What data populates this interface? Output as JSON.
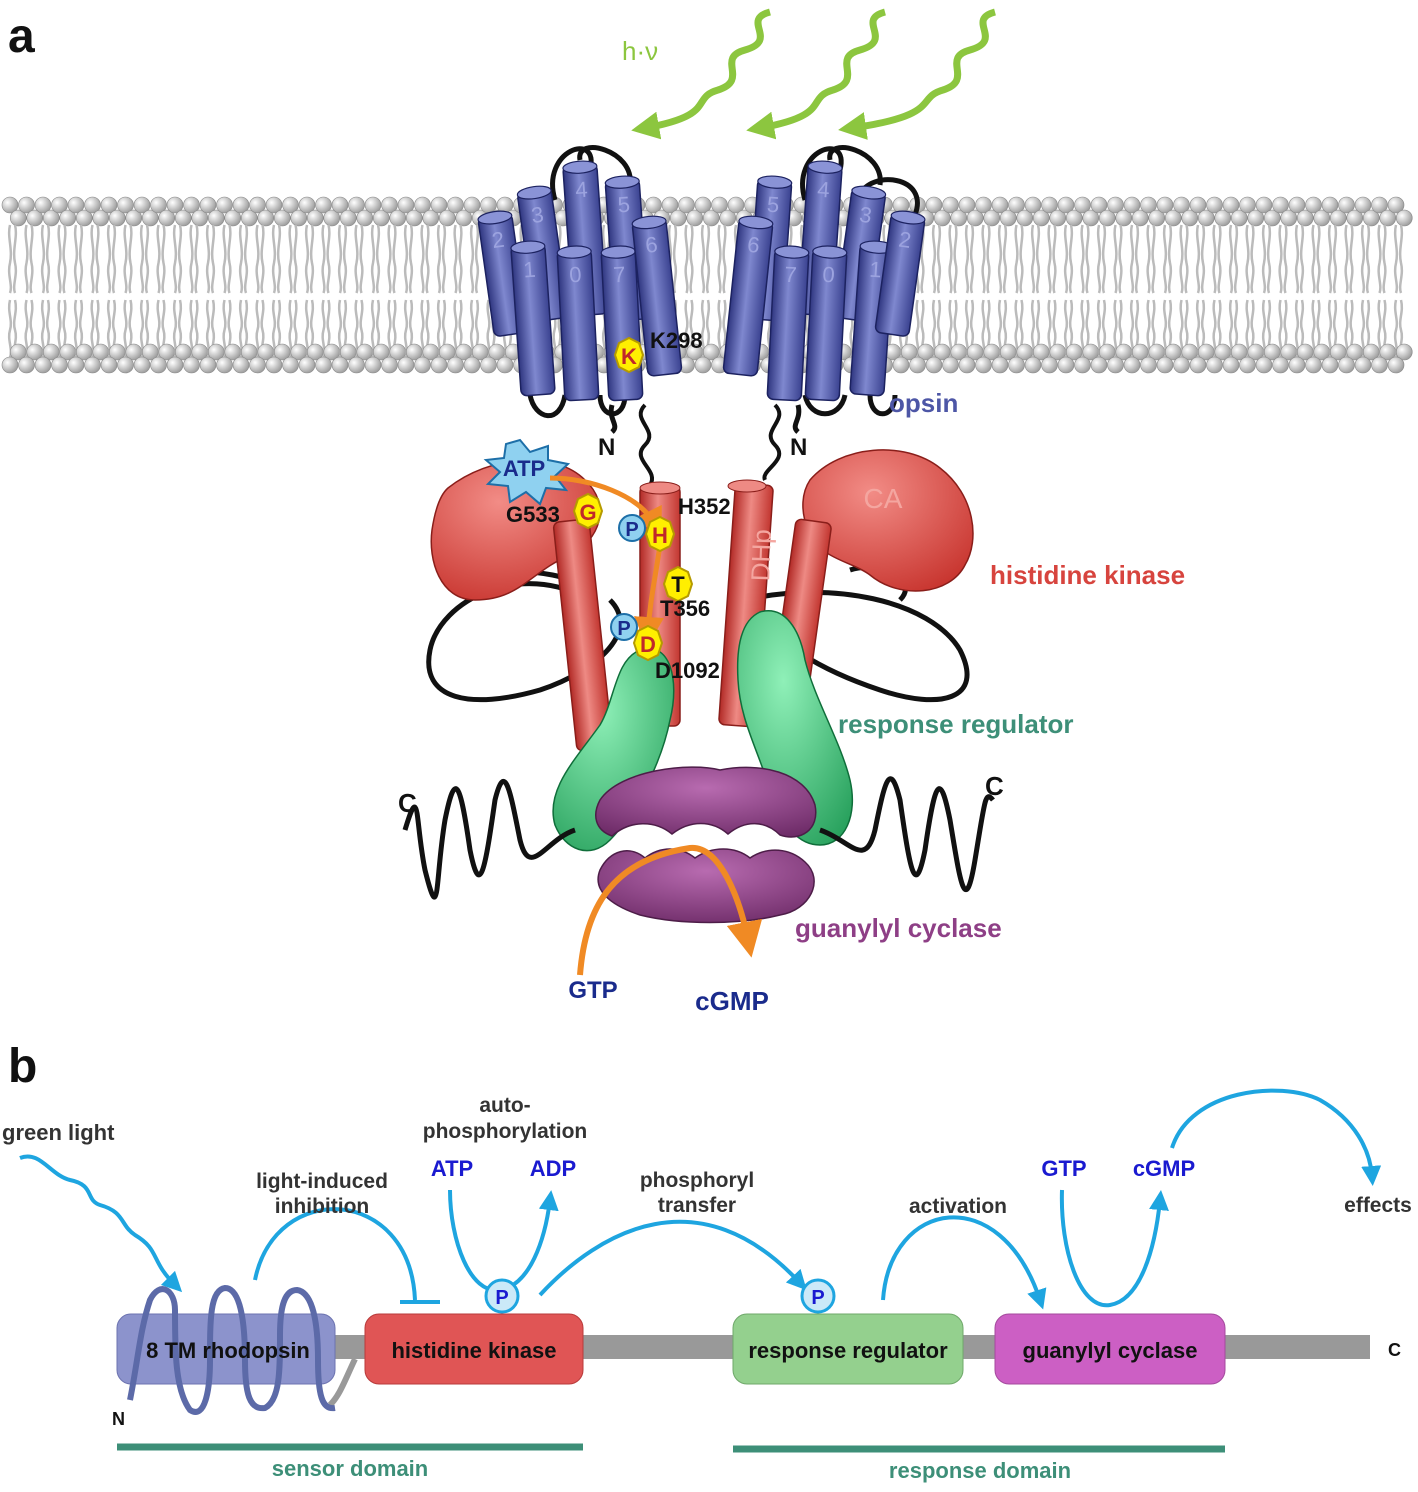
{
  "panel_a": {
    "label": "a",
    "light": "h·ν",
    "helices_left": [
      "2",
      "3",
      "4",
      "5",
      "1",
      "0",
      "7",
      "6"
    ],
    "helices_right": [
      "5",
      "4",
      "3",
      "6",
      "7",
      "0",
      "1",
      "2"
    ],
    "residues": {
      "K": "K",
      "G": "G",
      "H": "H",
      "T": "T",
      "D": "D",
      "P": "P"
    },
    "labels": {
      "k298": "K298",
      "n_left": "N",
      "n_right": "N",
      "atp": "ATP",
      "g533": "G533",
      "h352": "H352",
      "t356": "T356",
      "d1092": "D1092",
      "dhp": "DHp",
      "ca": "CA",
      "c_left": "C",
      "c_right": "C",
      "gtp": "GTP",
      "cgmp": "cGMP"
    },
    "domains": {
      "opsin": "opsin",
      "histidine_kinase": "histidine kinase",
      "response_regulator": "response regulator",
      "guanylyl_cyclase": "guanylyl cyclase"
    },
    "colors": {
      "light": "#8cc63f",
      "opsin": "#4d56a6",
      "kinase": "#d7443e",
      "regulator": "#3fbf7f",
      "cyclase": "#8e3f86",
      "arrow": "#f08a24"
    }
  },
  "panel_b": {
    "label": "b",
    "green_light": "green light",
    "inhibition": [
      "light-induced",
      "inhibition"
    ],
    "autophos": [
      "auto-",
      "phosphorylation"
    ],
    "atp": "ATP",
    "adp": "ADP",
    "phosphoryl": [
      "phosphoryl",
      "transfer"
    ],
    "activation": "activation",
    "gtp": "GTP",
    "cgmp": "cGMP",
    "effects": "effects",
    "p": "P",
    "boxes": {
      "rhodopsin": "8 TM rhodopsin",
      "kinase": "histidine kinase",
      "regulator": "response regulator",
      "cyclase": "guanylyl cyclase"
    },
    "n": "N",
    "c": "C",
    "sensor_domain": "sensor domain",
    "response_domain": "response domain",
    "colors": {
      "arrow": "#1ea5e0",
      "rhodopsin": "#8c93cc",
      "kinase": "#e05555",
      "regulator": "#94d08e",
      "cyclase": "#cc5fc4",
      "domain_bar": "#3d8f78"
    }
  }
}
